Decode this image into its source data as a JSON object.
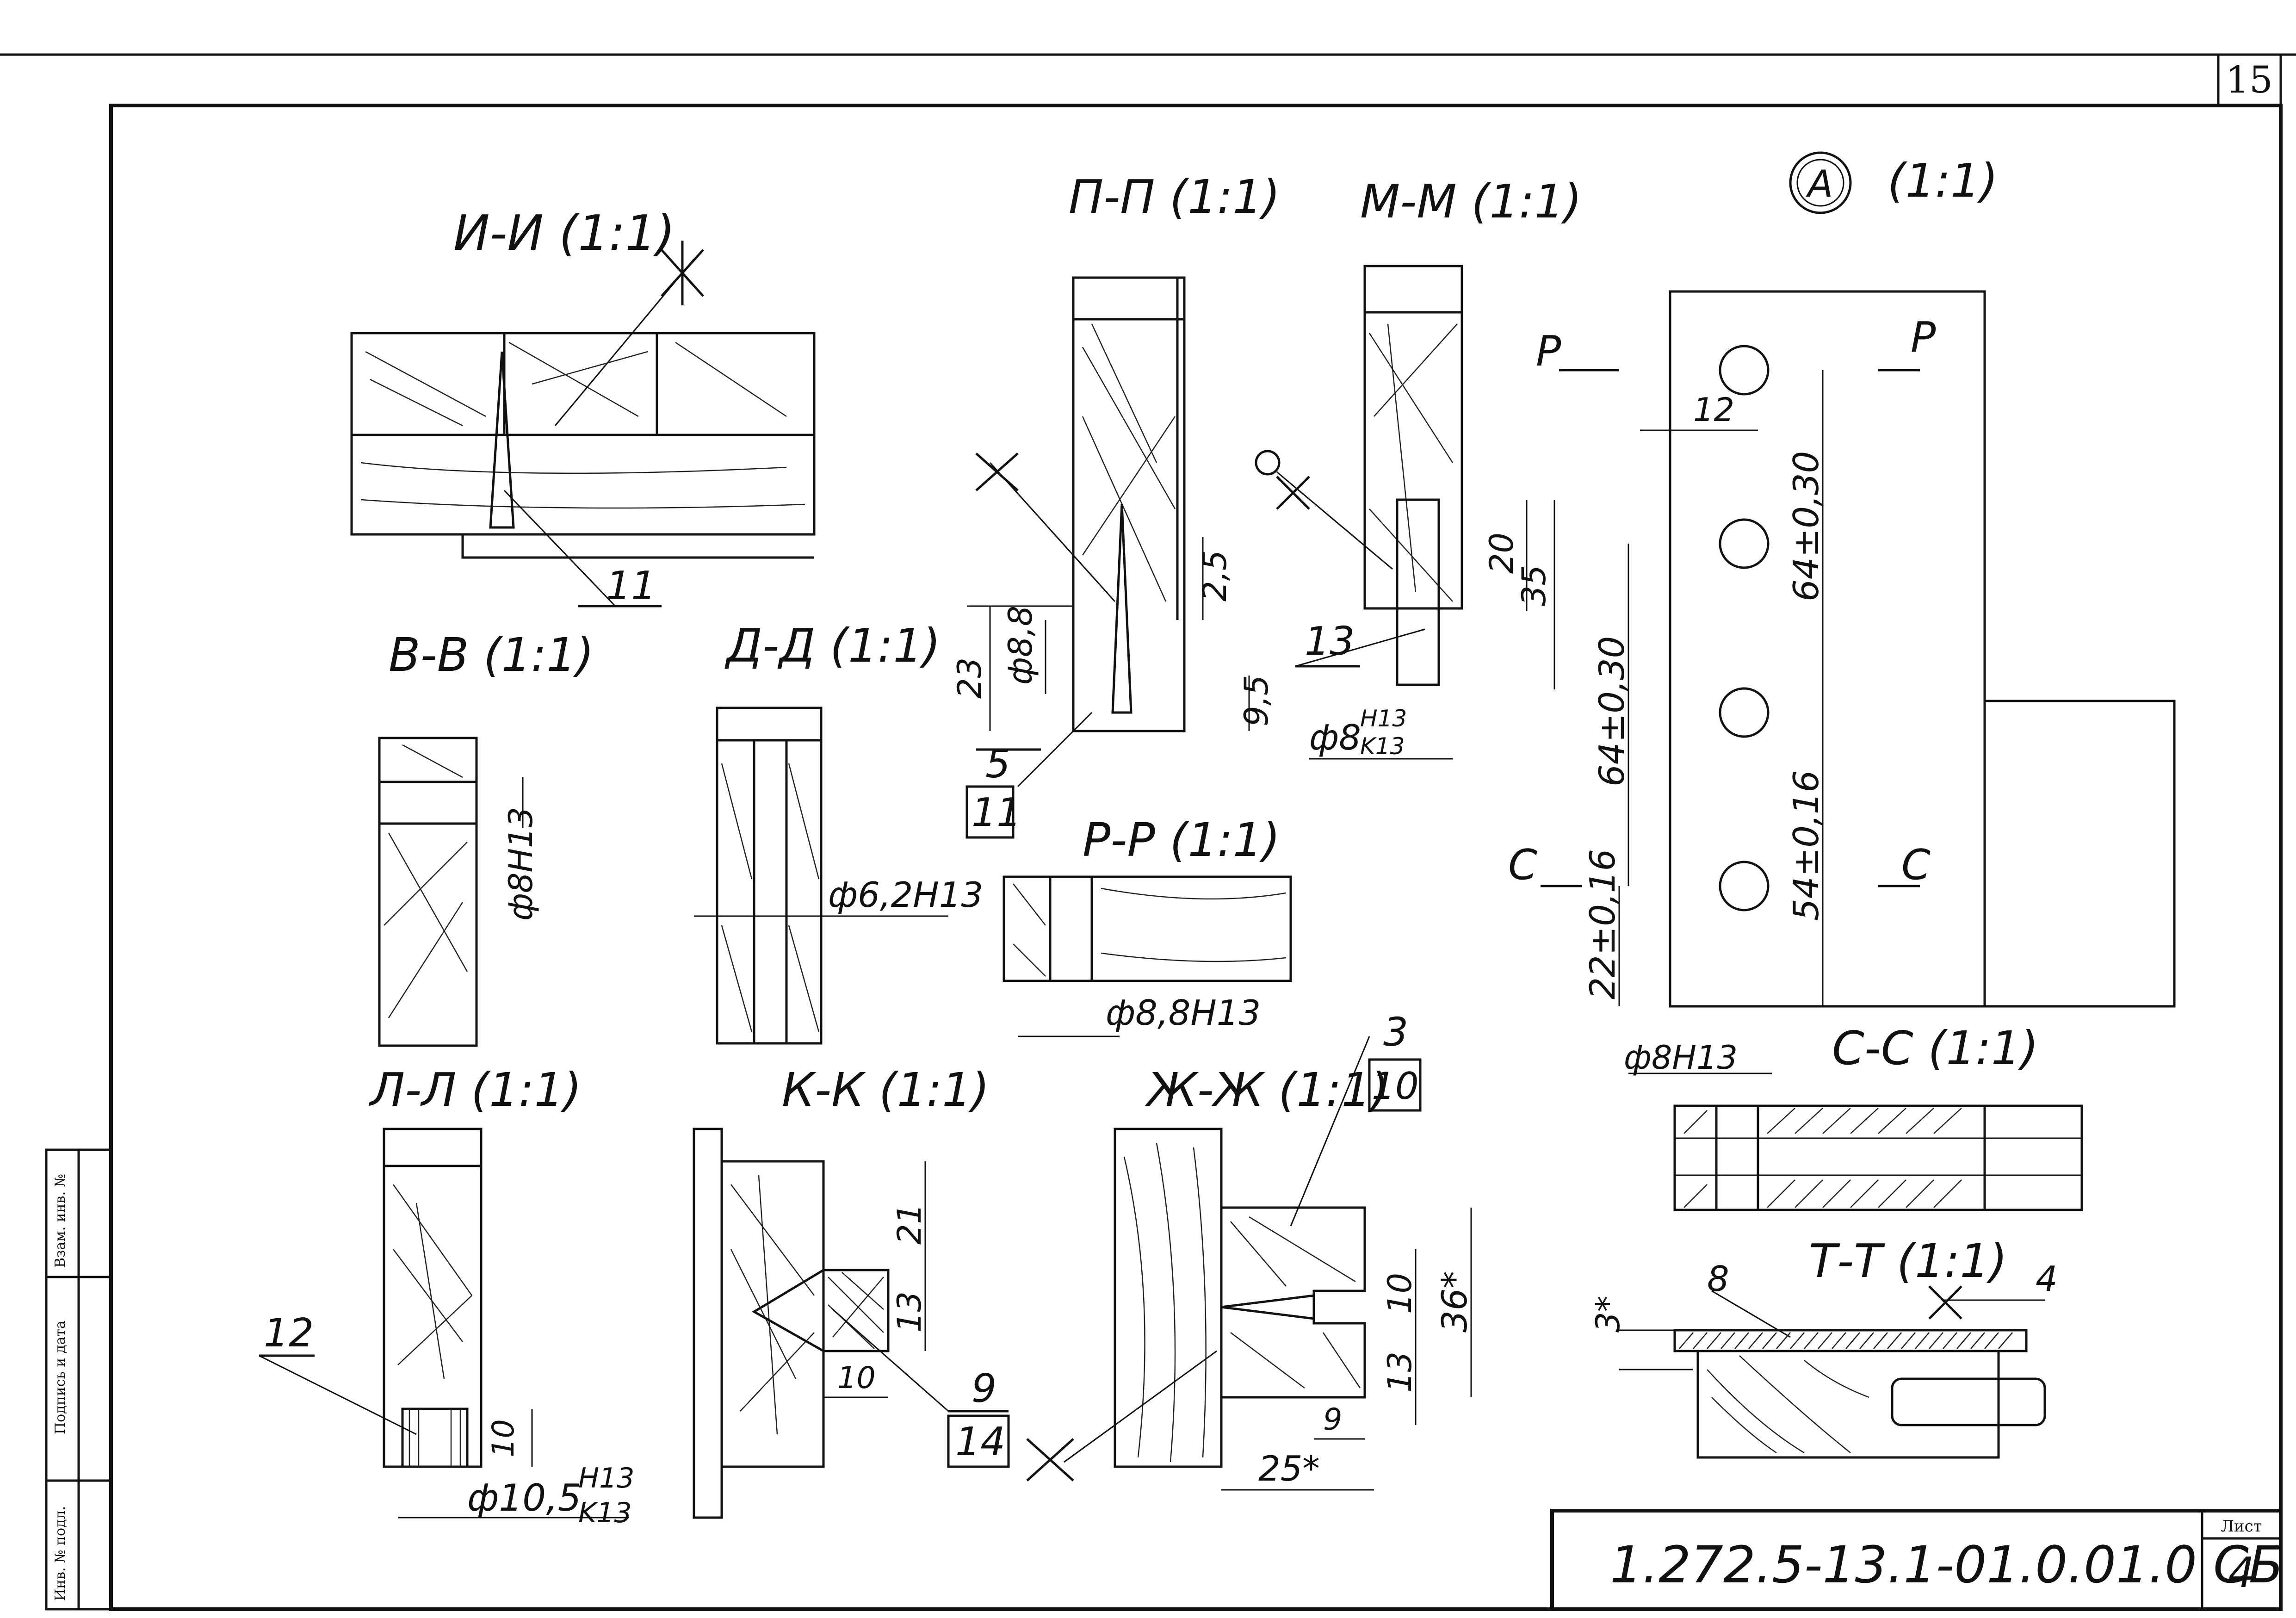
{
  "sheet": {
    "page_number": "15",
    "designation": "1.272.5-13.1-01.0.01.0 СБ",
    "list_label": "Лист",
    "list_number": "4",
    "side_labels": [
      "Инв. № подл.",
      "Подпись и дата",
      "Взам. инв. №"
    ]
  },
  "views": {
    "ii": {
      "title": "И-И (1:1)",
      "callout": "11"
    },
    "pp": {
      "title": "П-П (1:1)",
      "dims": [
        "2,5",
        "23",
        "ф8,8",
        "9,5"
      ],
      "callouts": [
        "5",
        "11"
      ]
    },
    "mm": {
      "title": "М-М (1:1)",
      "dims": [
        "20",
        "35"
      ],
      "callout": "13",
      "fit_main": "ф8",
      "fit_top": "H13",
      "fit_bottom": "K13"
    },
    "a": {
      "marker": "А",
      "scale": "(1:1)",
      "cut_p": "Р",
      "cut_c": "С",
      "dims": [
        "12",
        "64±0,30",
        "64±0,30",
        "54±0,16",
        "22±0,16"
      ]
    },
    "bb": {
      "title": "В-В (1:1)",
      "dim": "ф8H13"
    },
    "dd": {
      "title": "Д-Д (1:1)",
      "dim": "ф6,2H13"
    },
    "rr": {
      "title": "Р-Р (1:1)",
      "dim": "ф8,8H13"
    },
    "ll": {
      "title": "Л-Л (1:1)",
      "callout": "12",
      "dim": "10",
      "fit_main": "ф10,5",
      "fit_top": "H13",
      "fit_bottom": "K13"
    },
    "kk": {
      "title": "К-К (1:1)",
      "dims": [
        "21",
        "13",
        "10"
      ],
      "callouts": [
        "9",
        "14"
      ]
    },
    "zz": {
      "title": "Ж-Ж (1:1)",
      "dims": [
        "10",
        "36*",
        "13",
        "9",
        "25*"
      ],
      "callouts": [
        "3",
        "10"
      ]
    },
    "cc": {
      "title": "С-С (1:1)",
      "dim": "ф8H13"
    },
    "tt": {
      "title": "Т-Т (1:1)",
      "dims": [
        "8",
        "4",
        "3*"
      ]
    }
  }
}
